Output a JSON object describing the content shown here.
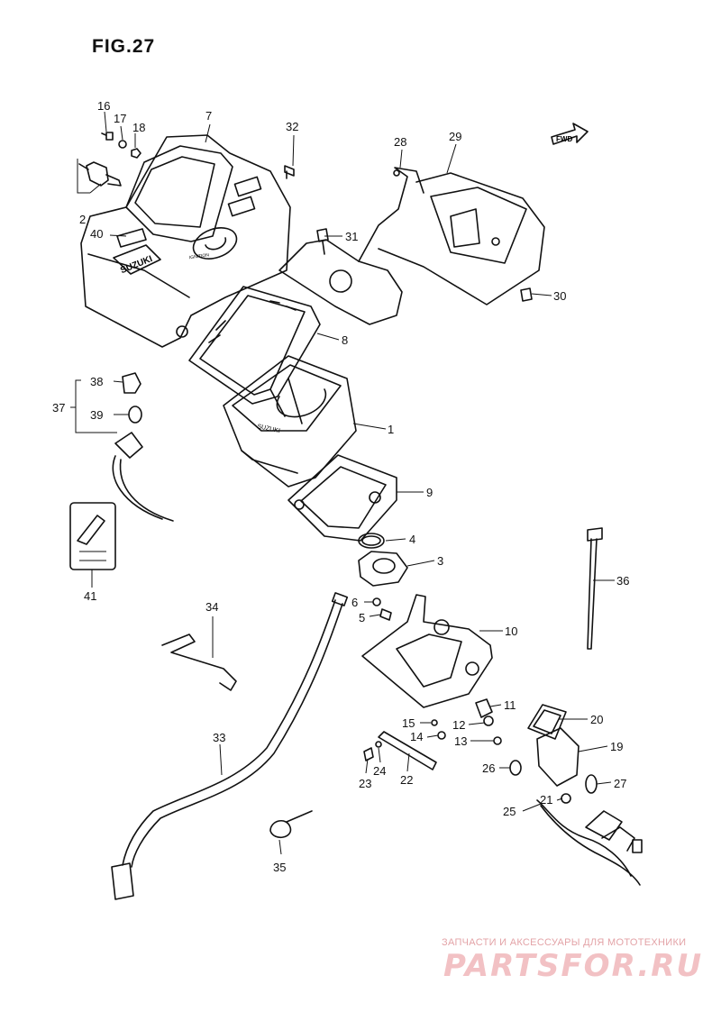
{
  "title": "FIG.27",
  "labels": {
    "p1": "1",
    "p2": "2",
    "p3": "3",
    "p4": "4",
    "p5": "5",
    "p6": "6",
    "p7": "7",
    "p8": "8",
    "p9": "9",
    "p10": "10",
    "p11": "11",
    "p12": "12",
    "p13": "13",
    "p14": "14",
    "p15": "15",
    "p16": "16",
    "p17": "17",
    "p18": "18",
    "p19": "19",
    "p20": "20",
    "p21": "21",
    "p22": "22",
    "p23": "23",
    "p24": "24",
    "p25": "25",
    "p26": "26",
    "p27": "27",
    "p28": "28",
    "p29": "29",
    "p30": "30",
    "p31": "31",
    "p32": "32",
    "p33": "33",
    "p34": "34",
    "p35": "35",
    "p36": "36",
    "p37": "37",
    "p38": "38",
    "p39": "39",
    "p40": "40",
    "p41": "41"
  },
  "fwd_arrow": "FWD",
  "part_text": {
    "brand": "SUZUKI",
    "ignition": "IGNITION"
  },
  "watermark": {
    "subtitle": "ЗАПЧАСТИ И АКСЕССУАРЫ ДЛЯ МОТОТЕХНИКИ",
    "brand": "PARTSFOR.RU"
  },
  "colors": {
    "line": "#111111",
    "background": "#ffffff",
    "watermark": "#f2c1c4"
  }
}
